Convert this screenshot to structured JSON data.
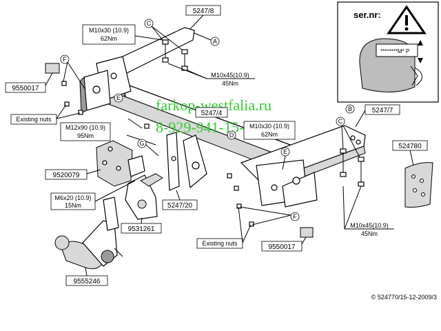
{
  "serial_box": {
    "title": "ser.nr:",
    "plate_text": "********M* P"
  },
  "watermark": {
    "line1": "farkop-westfalia.ru",
    "line2": "8-929-941-15-37"
  },
  "copyright": "© 524770/15-12-2009/3",
  "torques": {
    "t1": {
      "bolt": "M10x30 (10.9)",
      "nm": "62Nm"
    },
    "t2": {
      "bolt": "M10x45(10.9)",
      "nm": "45Nm"
    },
    "t3": {
      "bolt": "M12x90 (10.9)",
      "nm": "95Nm"
    },
    "t4": {
      "bolt": "M10x30 (10.9)",
      "nm": "62Nm"
    },
    "t5": {
      "bolt": "M6x20 (10.9)",
      "nm": "15Nm"
    },
    "t6": {
      "bolt": "M10x45(10.9)",
      "nm": "45Nm"
    }
  },
  "notes": {
    "existing1": "Existing nuts",
    "existing2": "Existing nuts"
  },
  "parts": {
    "p1": "5247/8",
    "p2": "9550017",
    "p3": "5247/4",
    "p4": "5247/7",
    "p5": "524780",
    "p6": "9520079",
    "p7": "5247/20",
    "p8": "9531261",
    "p9": "9550017",
    "p10": "9555246"
  },
  "letters": {
    "c1": "C",
    "a": "A",
    "f1": "F",
    "e1": "E",
    "g": "G",
    "d": "D",
    "e2": "E",
    "b": "B",
    "c2": "C",
    "f2": "F"
  }
}
